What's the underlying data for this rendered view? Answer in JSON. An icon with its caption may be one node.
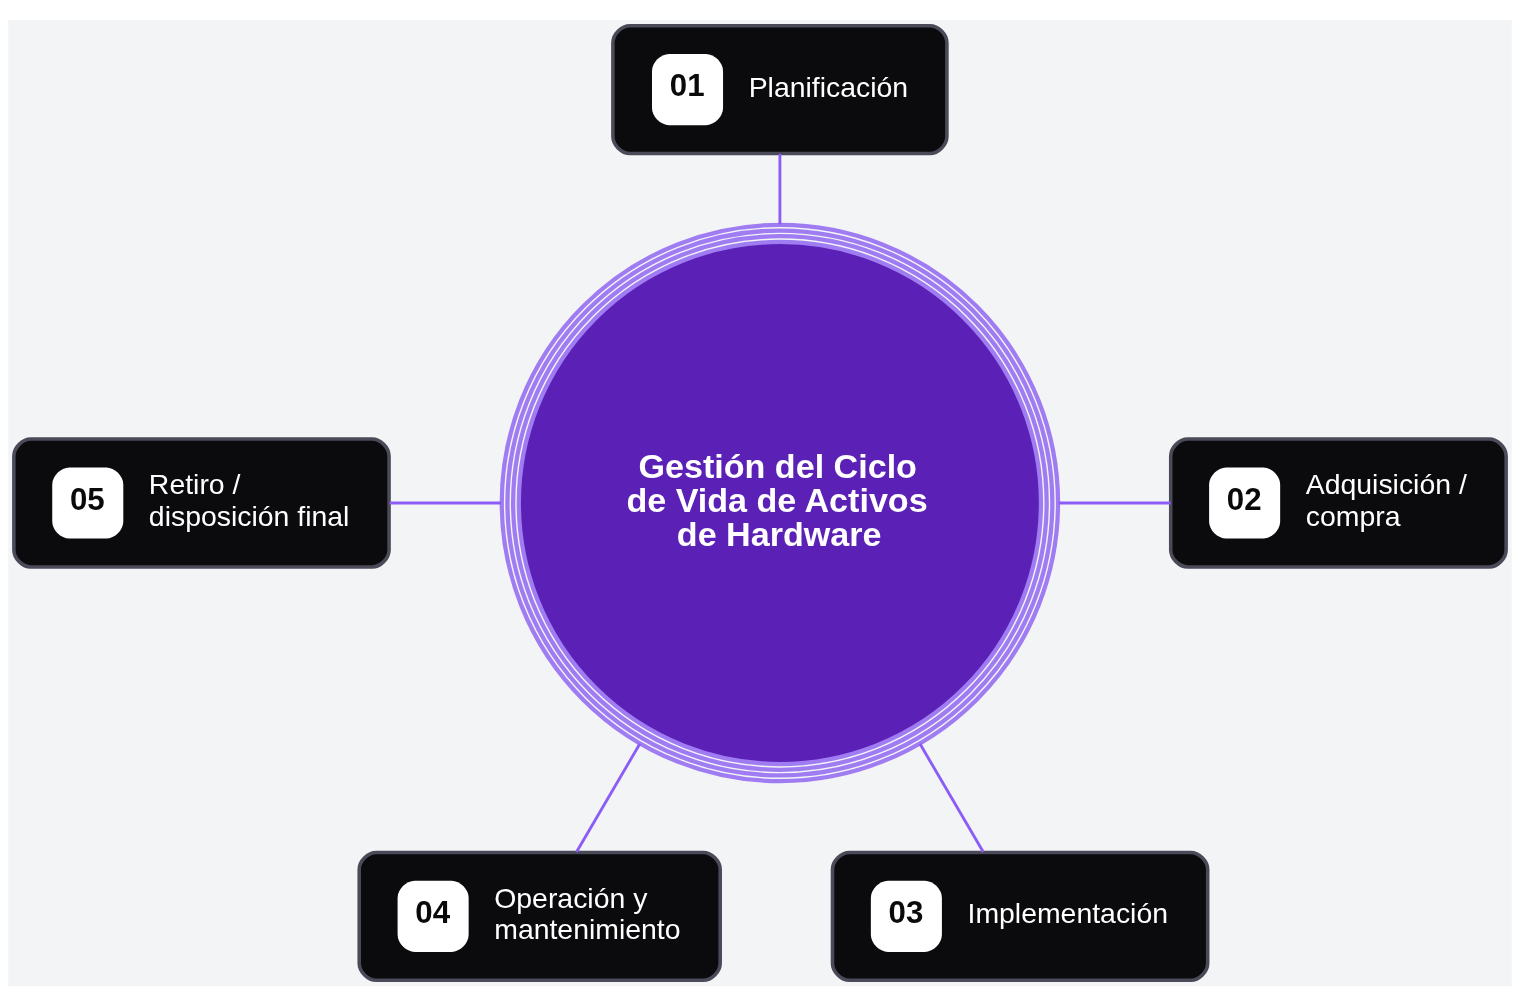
{
  "diagram": {
    "nodes": [
      {
        "text": [
          "01",
          "Planificación"
        ]
      },
      {
        "text": [
          "05",
          "Retiro / disposición final"
        ]
      },
      {
        "text": [
          "02",
          "Adquisición / compra"
        ]
      },
      {
        "text": [
          "Gestión del Ciclo de Vida de Activos de Hardware"
        ]
      },
      {
        "text": [
          "04",
          "Operación y mantenimiento"
        ]
      },
      {
        "text": [
          "03",
          "Implementación"
        ]
      }
    ],
    "edges": [
      {
        "from": 0,
        "to": 3,
        "arrow": "none"
      },
      {
        "from": 1,
        "to": 3,
        "arrow": "none"
      },
      {
        "from": 3,
        "to": 2,
        "arrow": "none"
      },
      {
        "from": 3,
        "to": 4,
        "arrow": "none"
      },
      {
        "from": 3,
        "to": 5,
        "arrow": "none"
      }
    ]
  }
}
